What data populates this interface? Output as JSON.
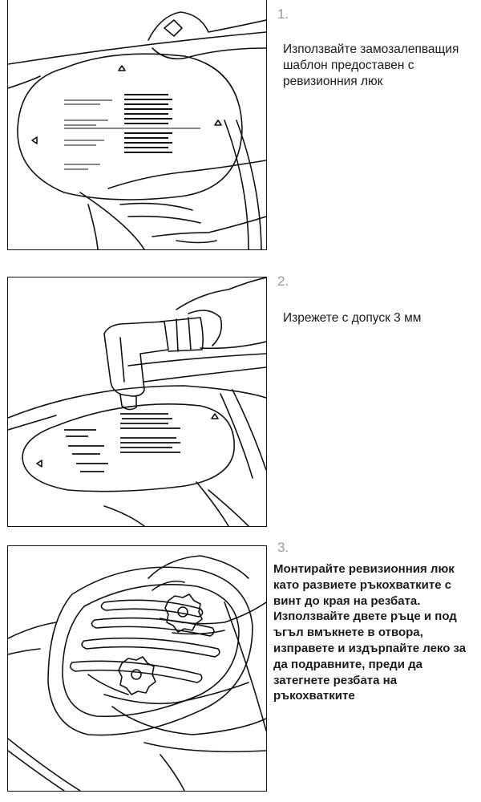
{
  "steps": [
    {
      "number": "1.",
      "text": "Използвайте замозалепващия шаблон предоставен с ревизионния люк",
      "illustration": "hand-applying-template-illustration"
    },
    {
      "number": "2.",
      "text": "Изрежете с допуск 3 мм",
      "illustration": "cutting-tool-illustration"
    },
    {
      "number": "3.",
      "text": "Монтирайте ревизионния люк като развиете ръкохватките с винт до края на резбата. Използвайте двете ръце и под ъгъл вмъкнете в отвора, изправете и издърпайте леко за да подравните, преди да затегнете резбата на ръкохватките",
      "illustration": "mounting-hatch-illustration"
    }
  ]
}
